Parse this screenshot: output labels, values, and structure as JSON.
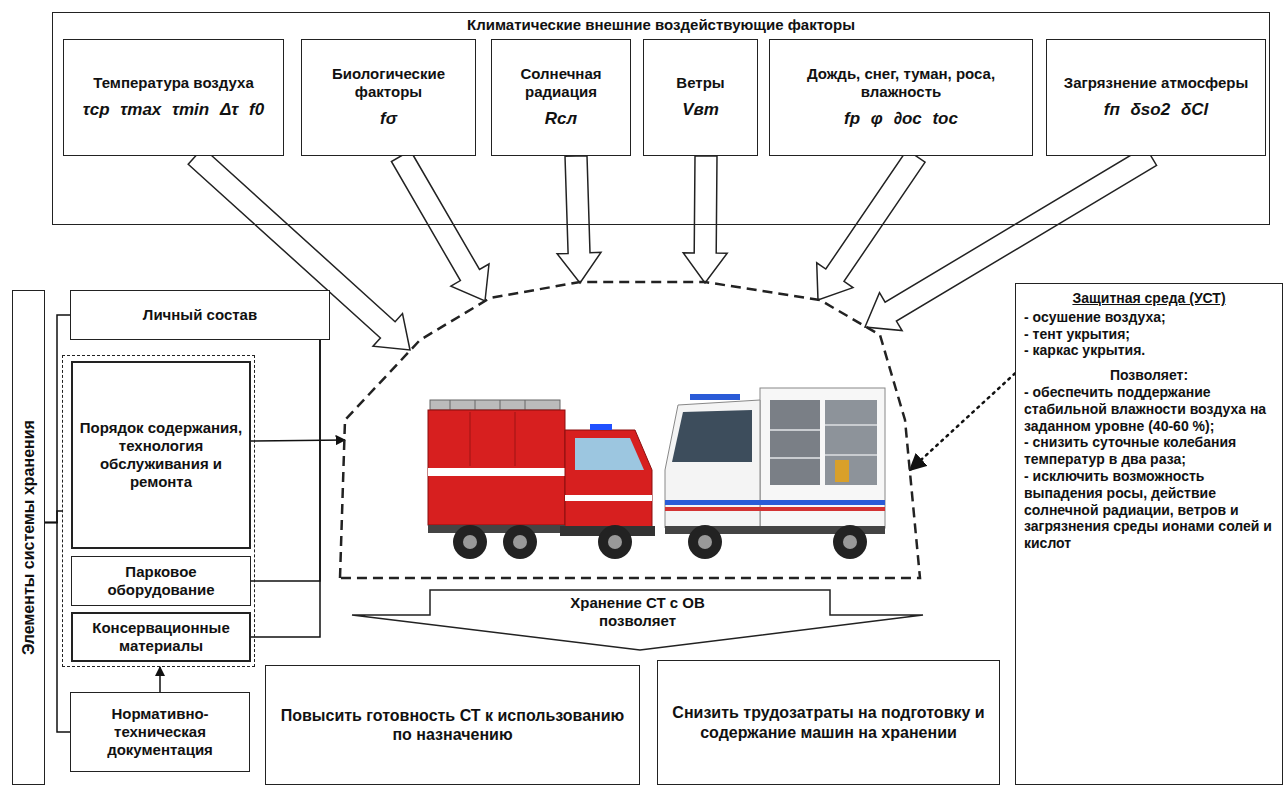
{
  "diagram": {
    "nodes": [
      {
        "text": [
          "Климатические внешние воздействующие факторы"
        ]
      },
      {
        "text": [
          "Температура воздуха",
          "τср τmax τmin Δτ f0"
        ],
        "in": 0
      },
      {
        "text": [
          "Биологические факторы",
          "fσ"
        ],
        "in": 0
      },
      {
        "text": [
          "Солнечная радиация",
          "Rсл"
        ],
        "in": 0
      },
      {
        "text": [
          "Ветры",
          "Vвт"
        ],
        "in": 0
      },
      {
        "text": [
          "Дождь, снег, туман, роса, влажность",
          "fр φ ∂ос tос"
        ],
        "in": 0
      },
      {
        "text": [
          "Загрязнение атмосферы",
          "fп δso2 δCl"
        ],
        "in": 0
      },
      {
        "text": [
          "Элементы системы хранения"
        ]
      },
      {
        "text": [
          "Личный состав"
        ]
      },
      {
        "text": []
      },
      {
        "text": [
          "Порядок содержания, технология обслуживания и ремонта"
        ],
        "in": 9
      },
      {
        "text": [
          "Парковое оборудование"
        ],
        "in": 9
      },
      {
        "text": [
          "Консервационные материалы"
        ],
        "in": 9
      },
      {
        "text": [
          "Нормативно-техническая документация"
        ]
      },
      {
        "text": []
      },
      {
        "text": [
          "Защитная среда (УСТ)",
          "- осушение воздуха;",
          "- тент укрытия;",
          "- каркас укрытия.",
          "Позволяет:",
          "- обеспечить поддержание стабильной влажности воздуха на заданном уровне (40-60 %);",
          "- снизить суточные колебания температур в два раза;",
          "- исключить возможность выпадения росы, действие солнечной радиации, ветров и загрязнения среды ионами солей и кислот"
        ]
      },
      {
        "text": [
          "Хранение СТ с ОВ позволяет"
        ]
      },
      {
        "text": [
          "Повысить готовность СТ к использованию по назначению"
        ]
      },
      {
        "text": [
          "Снизить трудозатраты на подготовку и содержание машин на хранении"
        ]
      }
    ],
    "edges": [
      {
        "from": 1,
        "to": 14,
        "arrow": "to"
      },
      {
        "from": 2,
        "to": 14,
        "arrow": "to"
      },
      {
        "from": 3,
        "to": 14,
        "arrow": "to"
      },
      {
        "from": 4,
        "to": 14,
        "arrow": "to"
      },
      {
        "from": 5,
        "to": 14,
        "arrow": "to"
      },
      {
        "from": 6,
        "to": 14,
        "arrow": "to"
      },
      {
        "from": 7,
        "to": 8,
        "arrow": "none"
      },
      {
        "from": 7,
        "to": 9,
        "arrow": "none"
      },
      {
        "from": 7,
        "to": 13,
        "arrow": "none"
      },
      {
        "from": 8,
        "to": 11,
        "arrow": "none"
      },
      {
        "from": 8,
        "to": 12,
        "arrow": "none"
      },
      {
        "from": 10,
        "to": 14,
        "arrow": "to"
      },
      {
        "from": 13,
        "to": 9,
        "arrow": "to"
      },
      {
        "from": 15,
        "to": 14,
        "arrow": "to"
      }
    ]
  }
}
